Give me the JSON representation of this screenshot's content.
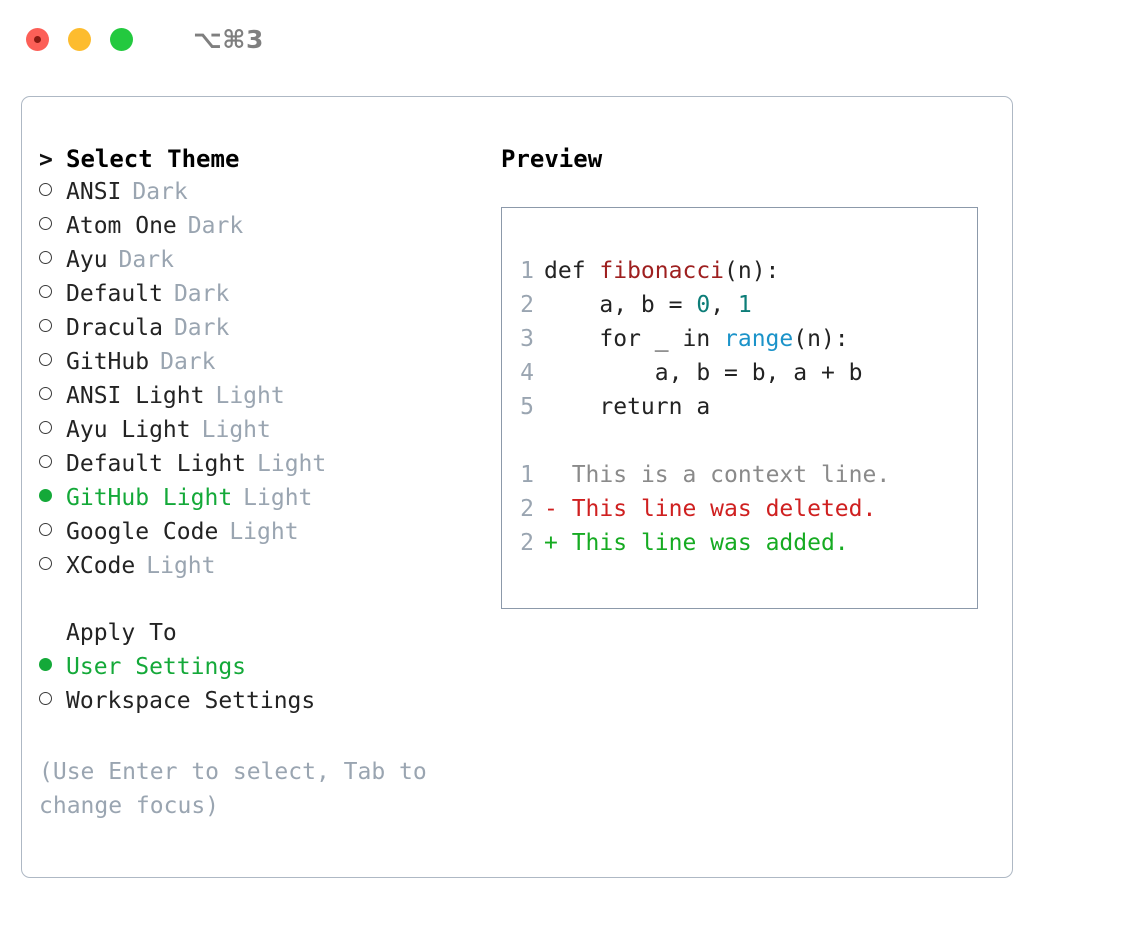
{
  "titlebar": {
    "shortcut": "⌥⌘3",
    "lights": {
      "close": "close-button",
      "minimize": "minimize-button",
      "maximize": "maximize-button"
    }
  },
  "theme_selector": {
    "cursor": ">",
    "heading": "Select Theme",
    "selected_theme": "GitHub Light",
    "items": [
      {
        "name": "ANSI",
        "variant": "Dark",
        "selected": false
      },
      {
        "name": "Atom One",
        "variant": "Dark",
        "selected": false
      },
      {
        "name": "Ayu",
        "variant": "Dark",
        "selected": false
      },
      {
        "name": "Default",
        "variant": "Dark",
        "selected": false
      },
      {
        "name": "Dracula",
        "variant": "Dark",
        "selected": false
      },
      {
        "name": "GitHub",
        "variant": "Dark",
        "selected": false
      },
      {
        "name": "ANSI Light",
        "variant": "Light",
        "selected": false
      },
      {
        "name": "Ayu Light",
        "variant": "Light",
        "selected": false
      },
      {
        "name": "Default Light",
        "variant": "Light",
        "selected": false
      },
      {
        "name": "GitHub Light",
        "variant": "Light",
        "selected": true
      },
      {
        "name": "Google Code",
        "variant": "Light",
        "selected": false
      },
      {
        "name": "XCode",
        "variant": "Light",
        "selected": false
      }
    ]
  },
  "apply_to": {
    "heading": "Apply To",
    "selected": "User Settings",
    "options": [
      {
        "label": "User Settings",
        "selected": true
      },
      {
        "label": "Workspace Settings",
        "selected": false
      }
    ]
  },
  "hint": "(Use Enter to select, Tab to change focus)",
  "preview": {
    "title": "Preview",
    "code_lines": [
      {
        "no": "1",
        "segments": [
          {
            "text": "def ",
            "token": "plain"
          },
          {
            "text": "fibonacci",
            "token": "fn"
          },
          {
            "text": "(n):",
            "token": "plain"
          }
        ]
      },
      {
        "no": "2",
        "segments": [
          {
            "text": "    a, b = ",
            "token": "plain"
          },
          {
            "text": "0",
            "token": "num"
          },
          {
            "text": ", ",
            "token": "plain"
          },
          {
            "text": "1",
            "token": "num"
          }
        ]
      },
      {
        "no": "3",
        "segments": [
          {
            "text": "    for _ in ",
            "token": "plain"
          },
          {
            "text": "range",
            "token": "call"
          },
          {
            "text": "(n):",
            "token": "plain"
          }
        ]
      },
      {
        "no": "4",
        "segments": [
          {
            "text": "        a, b = b, a + b",
            "token": "plain"
          }
        ]
      },
      {
        "no": "5",
        "segments": [
          {
            "text": "    return a",
            "token": "plain"
          }
        ]
      }
    ],
    "diff_lines": [
      {
        "no": "1",
        "marker": " ",
        "text": "This is a context line.",
        "kind": "context"
      },
      {
        "no": "2",
        "marker": "-",
        "text": "This line was deleted.",
        "kind": "deleted"
      },
      {
        "no": "2",
        "marker": "+",
        "text": "This line was added.",
        "kind": "added"
      }
    ]
  },
  "colors": {
    "accent_green": "#14a939",
    "muted": "#9aa5b1",
    "border": "#aeb8c4",
    "preview_border": "#8c99aa",
    "token_function": "#9e1f1f",
    "token_number": "#0d7d78",
    "token_call": "#1b93c9",
    "diff_deleted": "#cf2020",
    "diff_added": "#16ab22",
    "diff_context": "#8a8a8a"
  }
}
